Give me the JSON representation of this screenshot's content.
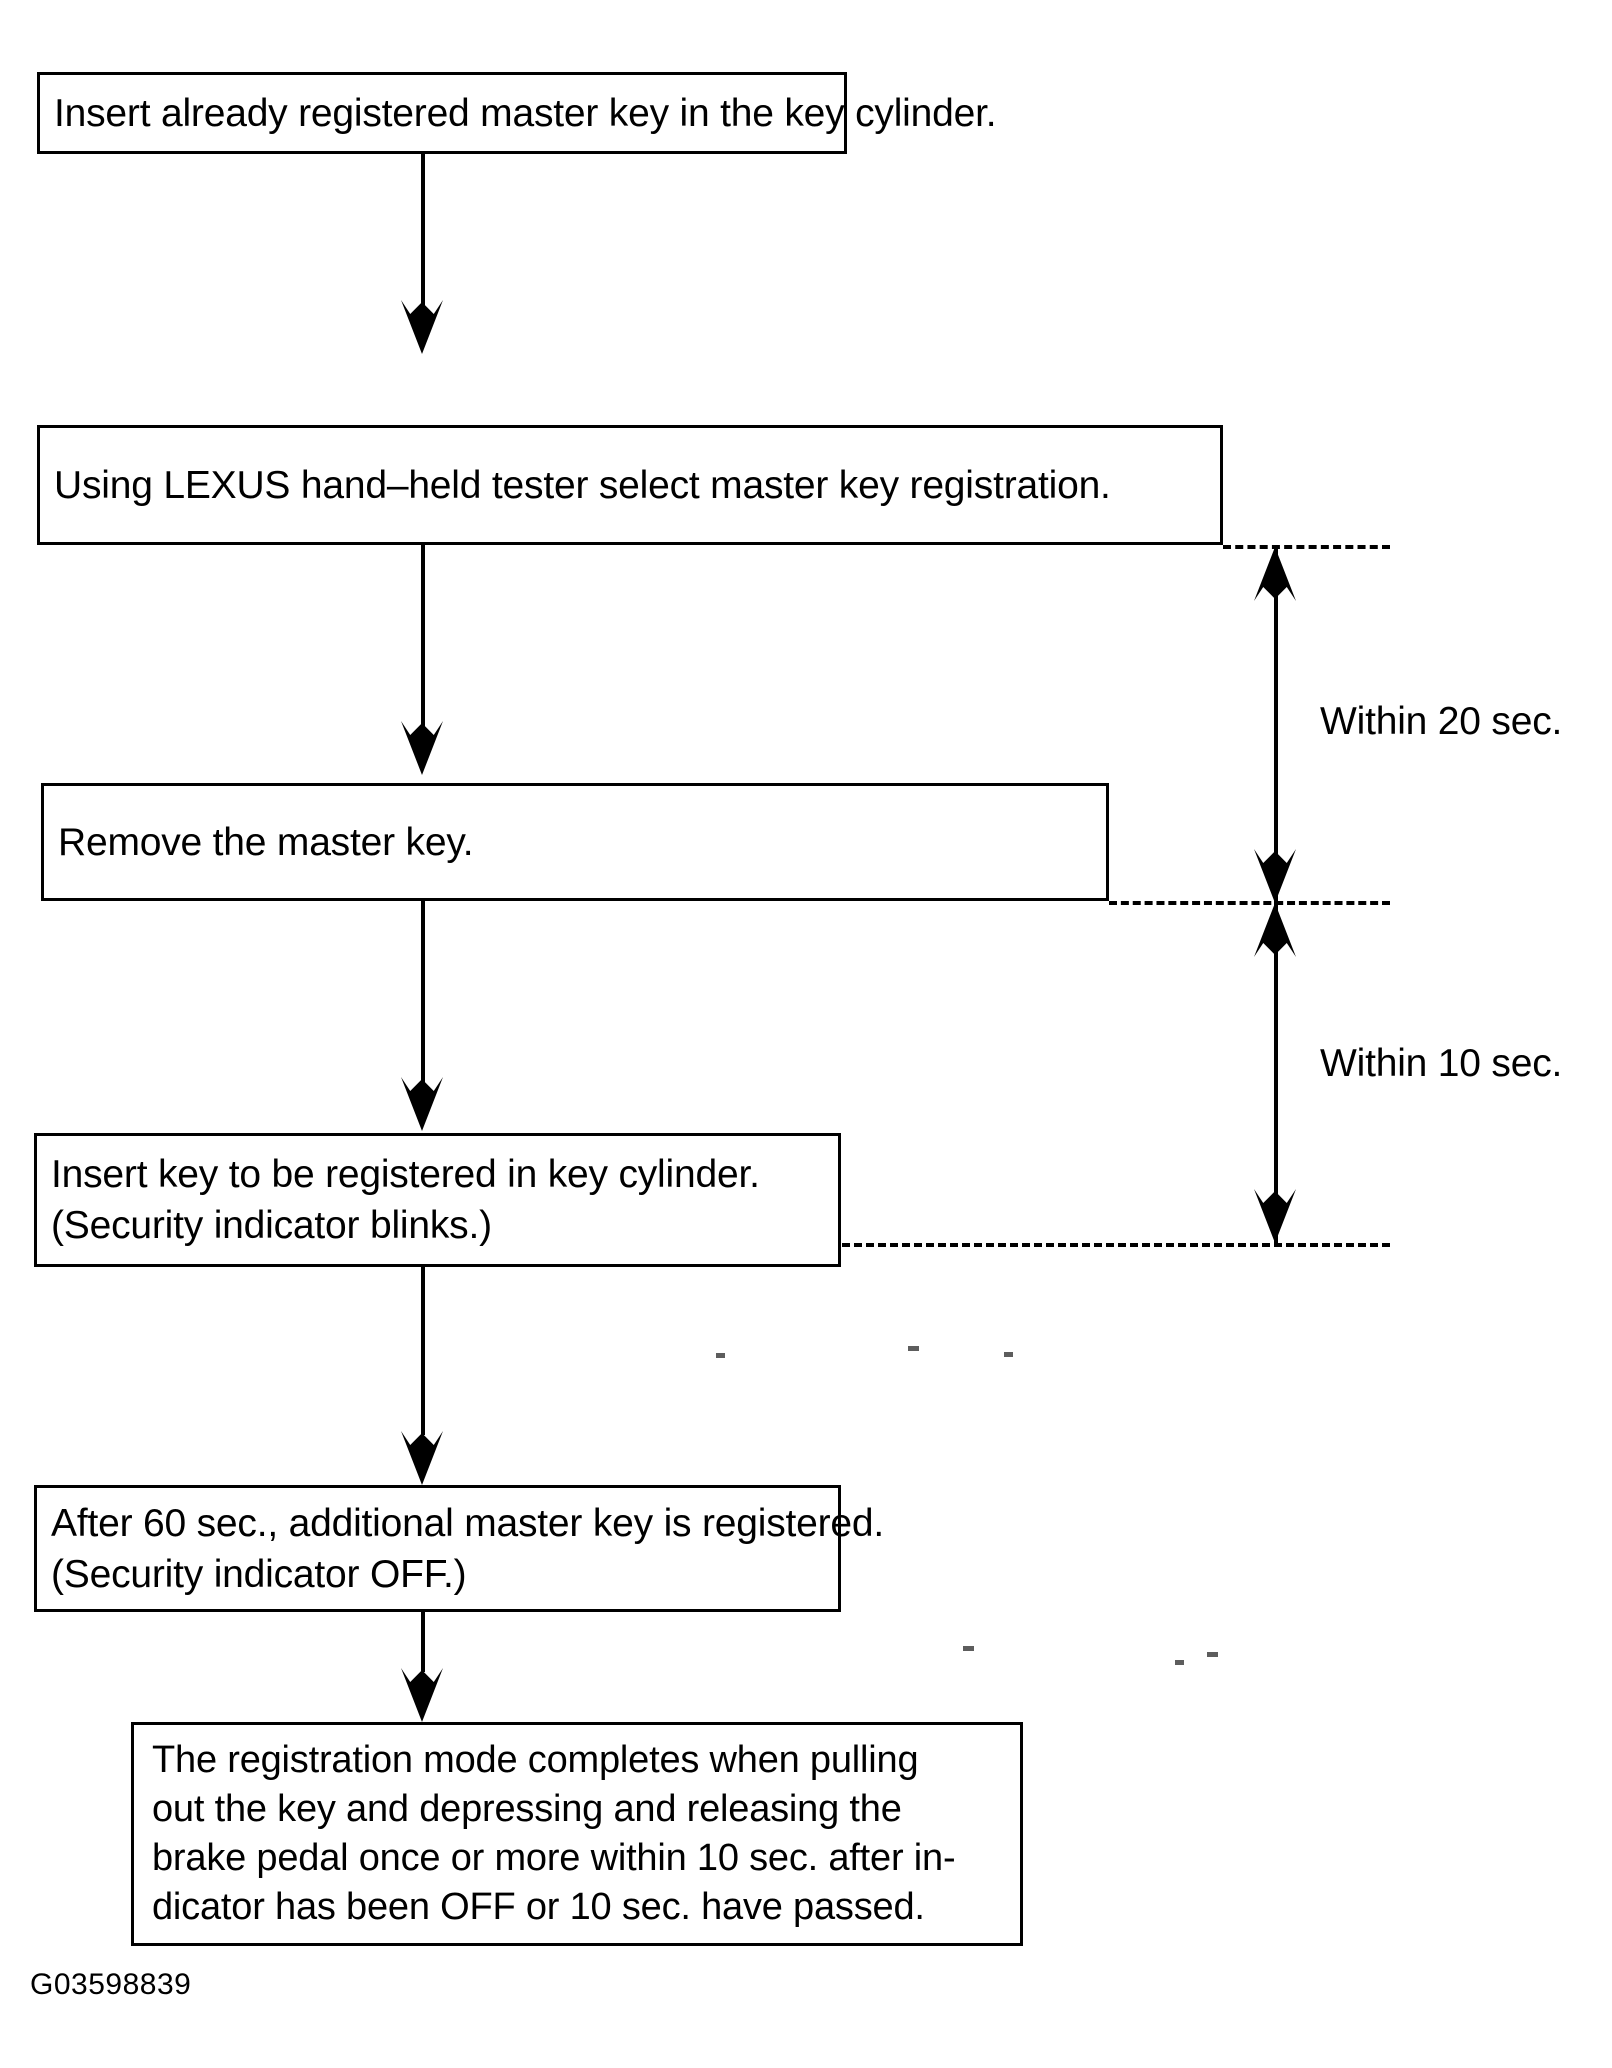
{
  "figure": {
    "caption": "G03598839",
    "type": "flowchart",
    "title": "Master key registration procedure"
  },
  "boxes": [
    {
      "id": "insert-master-key",
      "lines": [
        "Insert already registered master key in the key cylinder."
      ]
    },
    {
      "id": "select-registration",
      "lines": [
        "Using LEXUS hand–held tester select master key registration."
      ]
    },
    {
      "id": "remove-master-key",
      "lines": [
        "Remove the master key."
      ]
    },
    {
      "id": "insert-new-key",
      "lines": [
        "Insert key to be registered in key cylinder.",
        "(Security indicator blinks.)"
      ]
    },
    {
      "id": "after-60sec",
      "lines": [
        "After 60 sec., additional master key is registered.",
        "(Security indicator OFF.)"
      ]
    },
    {
      "id": "registration-complete",
      "lines": [
        "The registration mode completes when pulling",
        "out the key and depressing and releasing the",
        "brake pedal once or more within 10 sec. after in-",
        "dicator has been OFF or 10 sec. have passed."
      ]
    }
  ],
  "timing_annotations": [
    {
      "id": "within-20-sec",
      "label": "Within 20 sec."
    },
    {
      "id": "within-10-sec",
      "label": "Within 10 sec."
    }
  ],
  "colors": {
    "ink": "#000000",
    "paper": "#ffffff"
  }
}
